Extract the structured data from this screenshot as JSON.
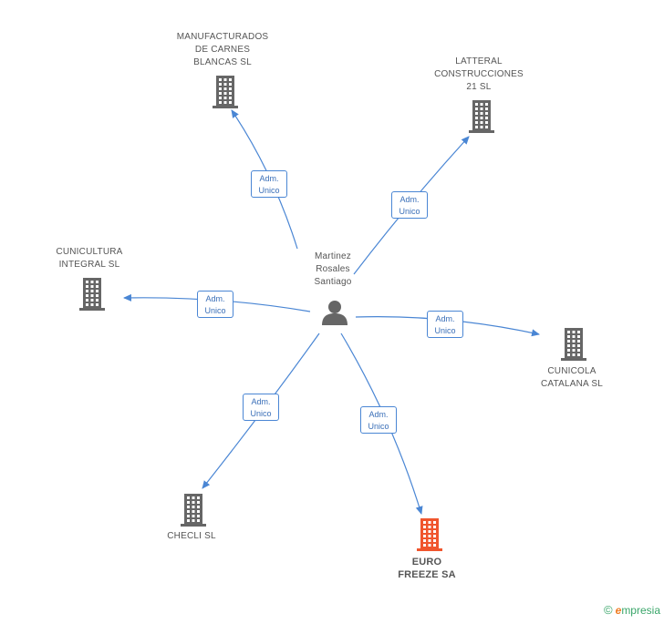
{
  "colors": {
    "edge": "#4a86d4",
    "building": "#666666",
    "building_highlight": "#f0552d",
    "person": "#666666"
  },
  "center": {
    "label": "Martinez\nRosales\nSantiago",
    "icon": "person-icon"
  },
  "companies": [
    {
      "id": "manufacturados",
      "label": "MANUFACTURADOS\nDE CARNES\nBLANCAS SL",
      "icon": "building-icon",
      "highlight": false
    },
    {
      "id": "latteral",
      "label": "LATTERAL\nCONSTRUCCIONES\n21 SL",
      "icon": "building-icon",
      "highlight": false
    },
    {
      "id": "cunicultura",
      "label": "CUNICULTURA\nINTEGRAL SL",
      "icon": "building-icon",
      "highlight": false
    },
    {
      "id": "cunicola",
      "label": "CUNICOLA\nCATALANA SL",
      "icon": "building-icon",
      "highlight": false
    },
    {
      "id": "checli",
      "label": "CHECLI SL",
      "icon": "building-icon",
      "highlight": false
    },
    {
      "id": "euro-freeze",
      "label": "EURO\nFREEZE SA",
      "icon": "building-icon",
      "highlight": true
    }
  ],
  "edges": [
    {
      "to": "manufacturados",
      "label": "Adm.\nUnico"
    },
    {
      "to": "latteral",
      "label": "Adm.\nUnico"
    },
    {
      "to": "cunicultura",
      "label": "Adm.\nUnico"
    },
    {
      "to": "cunicola",
      "label": "Adm.\nUnico"
    },
    {
      "to": "checli",
      "label": "Adm.\nUnico"
    },
    {
      "to": "euro-freeze",
      "label": "Adm.\nUnico"
    }
  ],
  "footer": {
    "copyright": "©",
    "brand_initial": "e",
    "brand_rest": "mpresia"
  }
}
